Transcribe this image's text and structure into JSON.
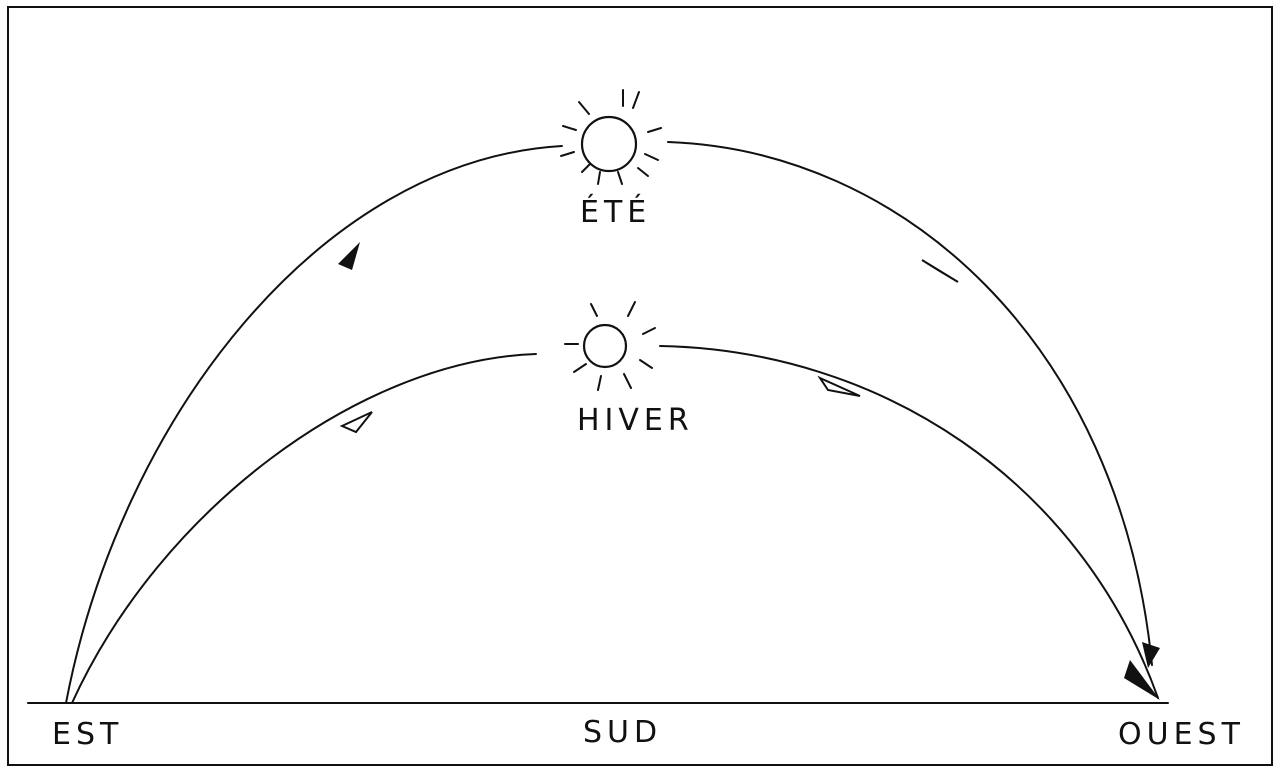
{
  "diagram": {
    "labels": {
      "summer": "ÉTÉ",
      "winter": "HIVER",
      "east": "EST",
      "south": "SUD",
      "west": "OUEST"
    },
    "ink_color": "#111111",
    "paper_color": "#ffffff"
  }
}
